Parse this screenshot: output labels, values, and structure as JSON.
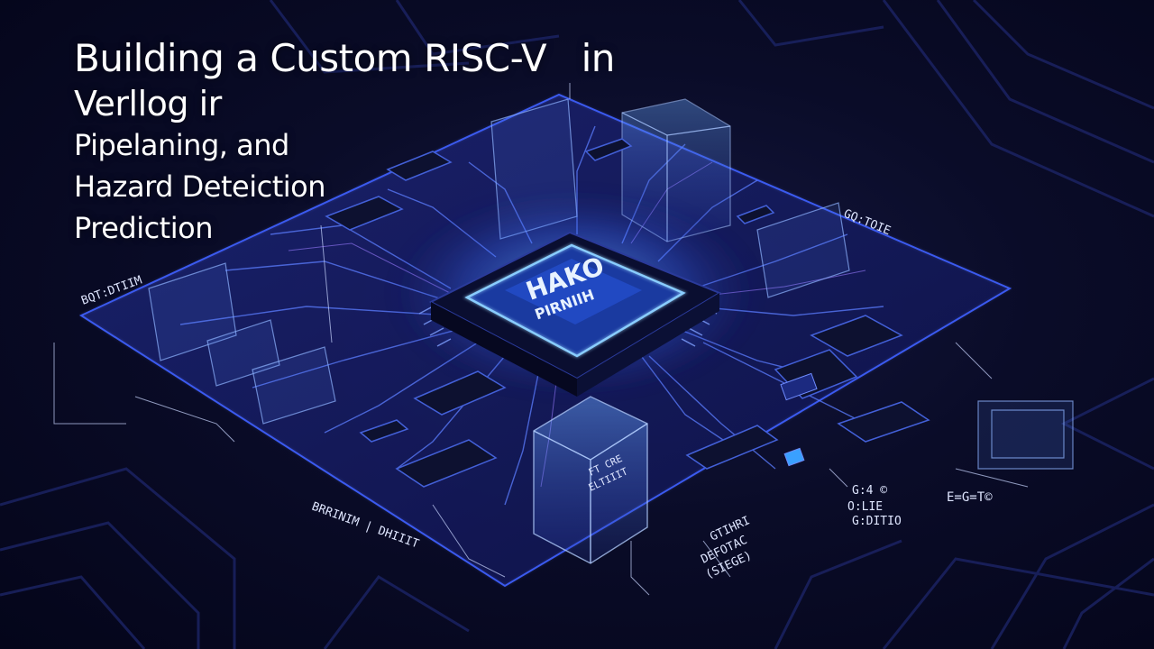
{
  "title": {
    "line1": "Building a Custom RISC-V   in",
    "line2": "Verllog ir",
    "line3": "Pipelaning, and",
    "line4": "Hazard Deteiction",
    "line5": "Prediction"
  },
  "chip": {
    "label_top": "HAKO",
    "label_bottom": "PIRNIIH"
  },
  "annotations": {
    "bottom_left": "BRRINIM | DHIIIT",
    "cube_text_1": "FT CRE",
    "cube_text_2": "ELTIIIT",
    "bottom_center_1": "GTIHRI",
    "bottom_center_2": "DEFOTAC",
    "bottom_center_3": "(SIEGE)",
    "right_1": "G:4 ©",
    "right_2": "O:LIE",
    "right_3": "G:DITIO",
    "far_right": "E=G=T©",
    "left_top": "BQT:DTIIM",
    "right_top": "GQ:TOIE"
  },
  "colors": {
    "background": "#05071a",
    "board": "#141a55",
    "glow": "#4aa8ff",
    "accent_purple": "#8a6bff",
    "text": "#ffffff"
  }
}
